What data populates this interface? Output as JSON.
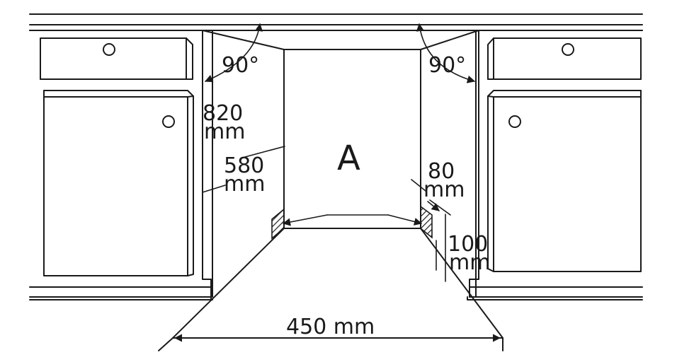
{
  "labels": {
    "angle_left": "90°",
    "angle_right": "90°",
    "height_value": "820",
    "height_unit": "mm",
    "depth_value": "580",
    "depth_unit": "mm",
    "niche_letter": "A",
    "gap_value": "80",
    "gap_unit": "mm",
    "plinth_value": "100",
    "plinth_unit": "mm",
    "width_label": "450 mm"
  },
  "colors": {
    "line": "#1a1a1a",
    "background": "#ffffff"
  }
}
